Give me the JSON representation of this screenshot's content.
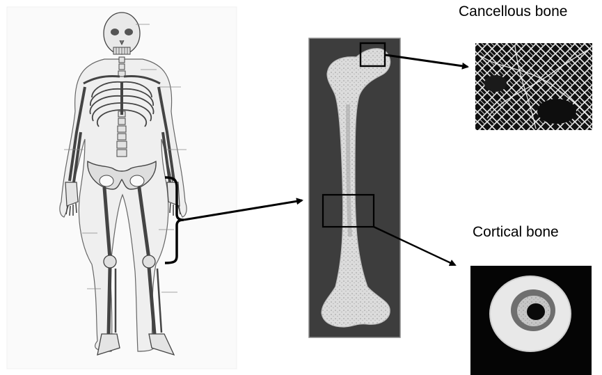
{
  "labels": {
    "cancellous": "Cancellous bone",
    "cortical": "Cortical bone"
  },
  "colors": {
    "background": "#ffffff",
    "bone": "#f2f2f2",
    "dark_panel": "#3a3a3a",
    "arrow": "#000000"
  },
  "icons": {
    "skeleton": "human-skeleton-illustration",
    "femur": "femur-xray-photo",
    "cancellous": "trabecular-bone-micrograph",
    "cortical": "cortical-bone-cross-section"
  }
}
